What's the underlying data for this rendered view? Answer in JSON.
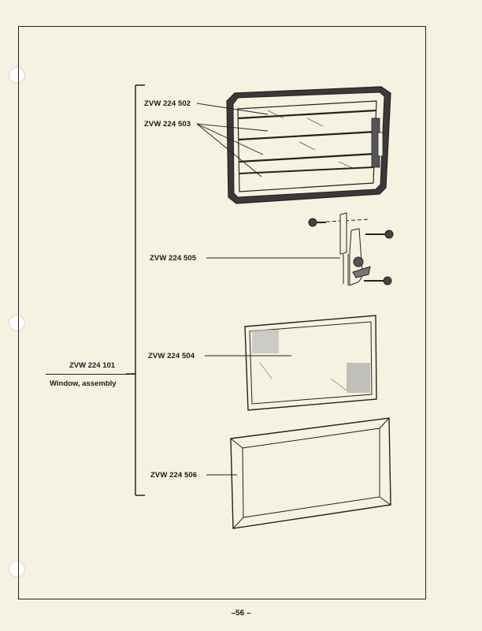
{
  "assembly": {
    "part_number": "ZVW 224 101",
    "name": "Window, assembly"
  },
  "parts": [
    {
      "part_number": "ZVW 224 502"
    },
    {
      "part_number": "ZVW 224 503"
    },
    {
      "part_number": "ZVW 224 505"
    },
    {
      "part_number": "ZVW 224 504"
    },
    {
      "part_number": "ZVW 224 506"
    }
  ],
  "page_number": "–56 –"
}
